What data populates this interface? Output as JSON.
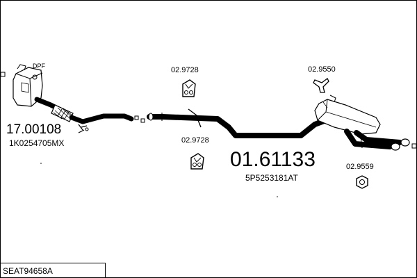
{
  "diagram": {
    "parts": [
      {
        "id": "dpf",
        "tag": "DPF",
        "number": "17.00108",
        "ref": "1K0254705MX"
      },
      {
        "id": "hanger-top",
        "number": "02.9728"
      },
      {
        "id": "hanger-bottom",
        "number": "02.9728"
      },
      {
        "id": "clamp-bracket",
        "number": "02.9550"
      },
      {
        "id": "rubber-ring",
        "number": "02.9559"
      },
      {
        "id": "rear-silencer",
        "number": "01.61133",
        "ref": "5P5253181AT"
      }
    ],
    "footer": {
      "code": "SEAT94658A"
    }
  }
}
